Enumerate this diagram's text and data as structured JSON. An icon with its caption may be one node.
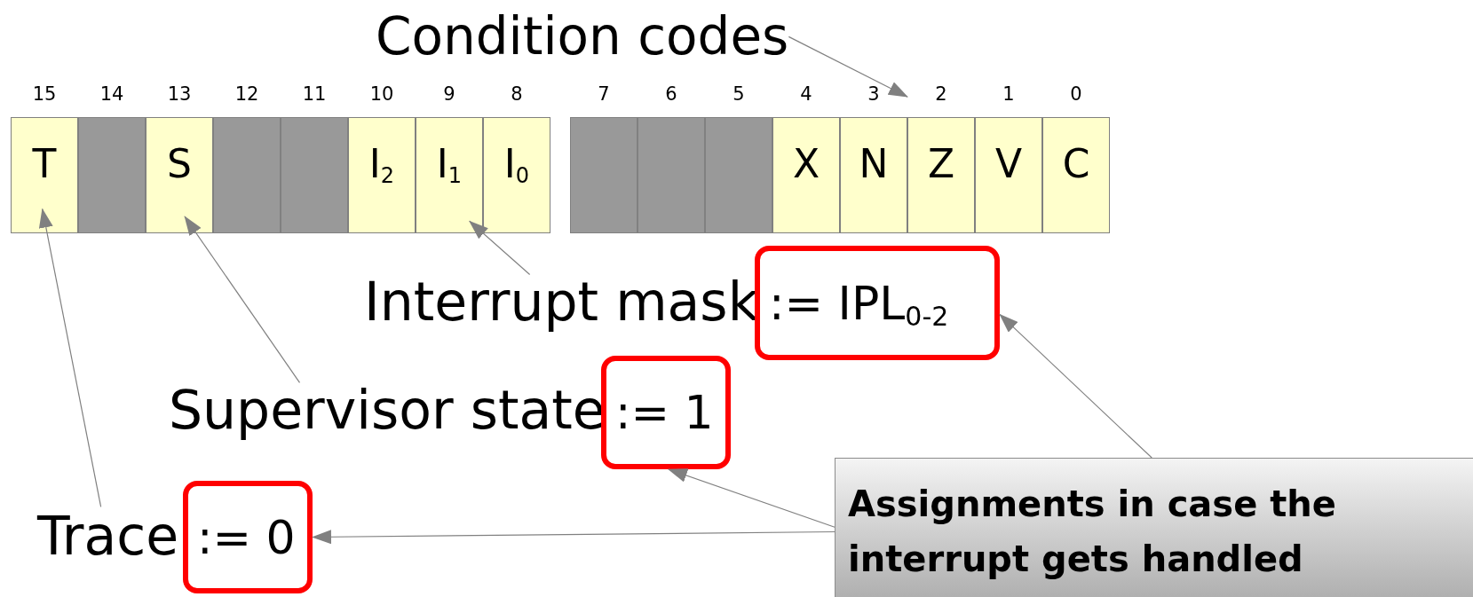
{
  "diagram": {
    "nodes": [
      {
        "text": [
          "Condition codes"
        ]
      },
      {
        "text": [
          "T"
        ],
        "beside": [
          "15"
        ]
      },
      {
        "text": [],
        "shape": "box",
        "beside": [
          "14"
        ]
      },
      {
        "text": [
          "S"
        ],
        "beside": [
          "13"
        ]
      },
      {
        "text": [],
        "shape": "box",
        "beside": [
          "12"
        ]
      },
      {
        "text": [],
        "shape": "box",
        "beside": [
          "11"
        ]
      },
      {
        "text": [
          "I$_{2}$"
        ],
        "beside": [
          "10"
        ]
      },
      {
        "text": [
          "I$_{1}$"
        ],
        "beside": [
          "9"
        ]
      },
      {
        "text": [
          "I$_{0}$"
        ],
        "beside": [
          "8"
        ]
      },
      {
        "text": [],
        "shape": "box",
        "beside": [
          "7"
        ]
      },
      {
        "text": [],
        "shape": "box",
        "beside": [
          "6"
        ]
      },
      {
        "text": [],
        "shape": "box",
        "beside": [
          "5"
        ]
      },
      {
        "text": [
          "X"
        ],
        "beside": [
          "4"
        ]
      },
      {
        "text": [
          "N"
        ],
        "beside": [
          "3"
        ]
      },
      {
        "text": [
          "Z"
        ],
        "beside": [
          "2"
        ]
      },
      {
        "text": [
          "V"
        ],
        "beside": [
          "1"
        ]
      },
      {
        "text": [
          "C"
        ],
        "beside": [
          "0"
        ]
      },
      {
        "text": [
          "Interrupt mask"
        ]
      },
      {
        "text": [
          ":= IPL$_{0-2}$"
        ]
      },
      {
        "text": [
          "Supervisor state"
        ]
      },
      {
        "text": [
          ":= 1"
        ]
      },
      {
        "text": [
          "Trace"
        ]
      },
      {
        "text": [
          ":= 0"
        ]
      },
      {
        "text": [
          "Assignments in case the interrupt gets handled"
        ]
      }
    ],
    "edges": [
      {
        "from": 0,
        "to": 14,
        "arrow": "to"
      },
      {
        "from": 17,
        "to": 7,
        "arrow": "to"
      },
      {
        "from": 19,
        "to": 3,
        "arrow": "to"
      },
      {
        "from": 21,
        "to": 1,
        "arrow": "to"
      },
      {
        "from": 23,
        "to": 18,
        "arrow": "to"
      },
      {
        "from": 23,
        "to": 20,
        "arrow": "to"
      },
      {
        "from": 23,
        "to": 22,
        "arrow": "to"
      }
    ]
  }
}
